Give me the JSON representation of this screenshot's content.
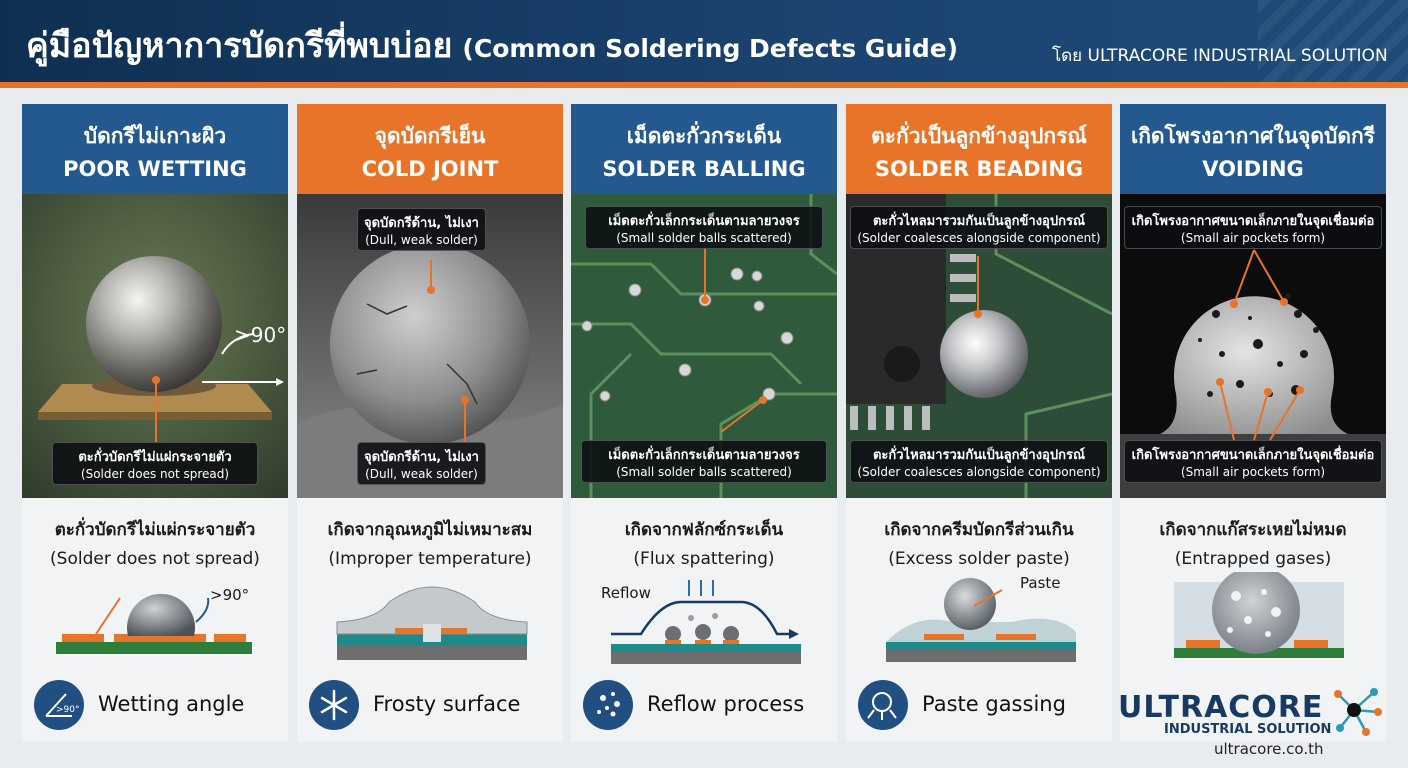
{
  "header": {
    "title_th": "คู่มือปัญหาการบัดกรีที่พบบ่อย",
    "title_en": "(Common Soldering Defects Guide)",
    "by": "โดย ULTRACORE INDUSTRIAL SOLUTION"
  },
  "cards": [
    {
      "title_th": "บัดกรีไม่เกาะผิว",
      "title_en": "POOR WETTING",
      "header_color": "#24598f",
      "callout_bottom_th": "ตะกั่วบัดกรีไม่แผ่กระจายตัว",
      "callout_bottom_en": "(Solder does not spread)",
      "angle_label": ">90°",
      "cause_th": "ตะกั่วบัดกรีไม่แผ่กระจายตัว",
      "cause_en": "(Solder does not spread)",
      "diagram_label": ">90°",
      "feature_icon": "angle-icon",
      "feature_icon_text": ">90°",
      "feature_label": "Wetting angle"
    },
    {
      "title_th": "จุดบัดกรีเย็น",
      "title_en": "COLD JOINT",
      "header_color": "#e8742a",
      "callout_top_th": "จุดบัดกรีด้าน, ไม่เงา",
      "callout_top_en": "(Dull, weak solder)",
      "callout_bottom_th": "จุดบัดกรีด้าน, ไม่เงา",
      "callout_bottom_en": "(Dull, weak solder)",
      "cause_th": "เกิดจากอุณหภูมิไม่เหมาะสม",
      "cause_en": "(Improper temperature)",
      "feature_icon": "snowflake-icon",
      "feature_label": "Frosty surface"
    },
    {
      "title_th": "เม็ดตะกั่วกระเด็น",
      "title_en": "SOLDER BALLING",
      "header_color": "#24598f",
      "callout_top_th": "เม็ดตะกั่วเล็กกระเด็นตามลายวงจร",
      "callout_top_en": "(Small solder balls scattered)",
      "callout_bottom_th": "เม็ดตะกั่วเล็กกระเด็นตามลายวงจร",
      "callout_bottom_en": "(Small solder balls scattered)",
      "cause_th": "เกิดจากฟลักซ์กระเด็น",
      "cause_en": "(Flux spattering)",
      "diagram_label": "Reflow",
      "feature_icon": "spatter-icon",
      "feature_label": "Reflow process"
    },
    {
      "title_th": "ตะกั่วเป็นลูกข้างอุปกรณ์",
      "title_en": "SOLDER BEADING",
      "header_color": "#e8742a",
      "callout_top_th": "ตะกั่วไหลมารวมกันเป็นลูกข้างอุปกรณ์",
      "callout_top_en": "(Solder coalesces alongside component)",
      "callout_bottom_th": "ตะกั่วไหลมารวมกันเป็นลูกข้างอุปกรณ์",
      "callout_bottom_en": "(Solder coalesces alongside component)",
      "cause_th": "เกิดจากครีมบัดกรีส่วนเกิน",
      "cause_en": "(Excess solder paste)",
      "diagram_label": "Paste",
      "feature_icon": "gassing-icon",
      "feature_label": "Paste gassing"
    },
    {
      "title_th": "เกิดโพรงอากาศในจุดบัดกรี",
      "title_en": "VOIDING",
      "header_color": "#24598f",
      "callout_top_th": "เกิดโพรงอากาศขนาดเล็กภายในจุดเชื่อมต่อ",
      "callout_top_en": "(Small air pockets form)",
      "callout_bottom_th": "เกิดโพรงอากาศขนาดเล็กภายในจุดเชื่อมต่อ",
      "callout_bottom_en": "(Small air pockets form)",
      "cause_th": "เกิดจากแก๊สระเหยไม่หมด",
      "cause_en": "(Entrapped gases)"
    }
  ],
  "logo": {
    "word": "ULTRACORE",
    "sub": "INDUSTRIAL SOLUTION",
    "url": "ultracore.co.th"
  }
}
